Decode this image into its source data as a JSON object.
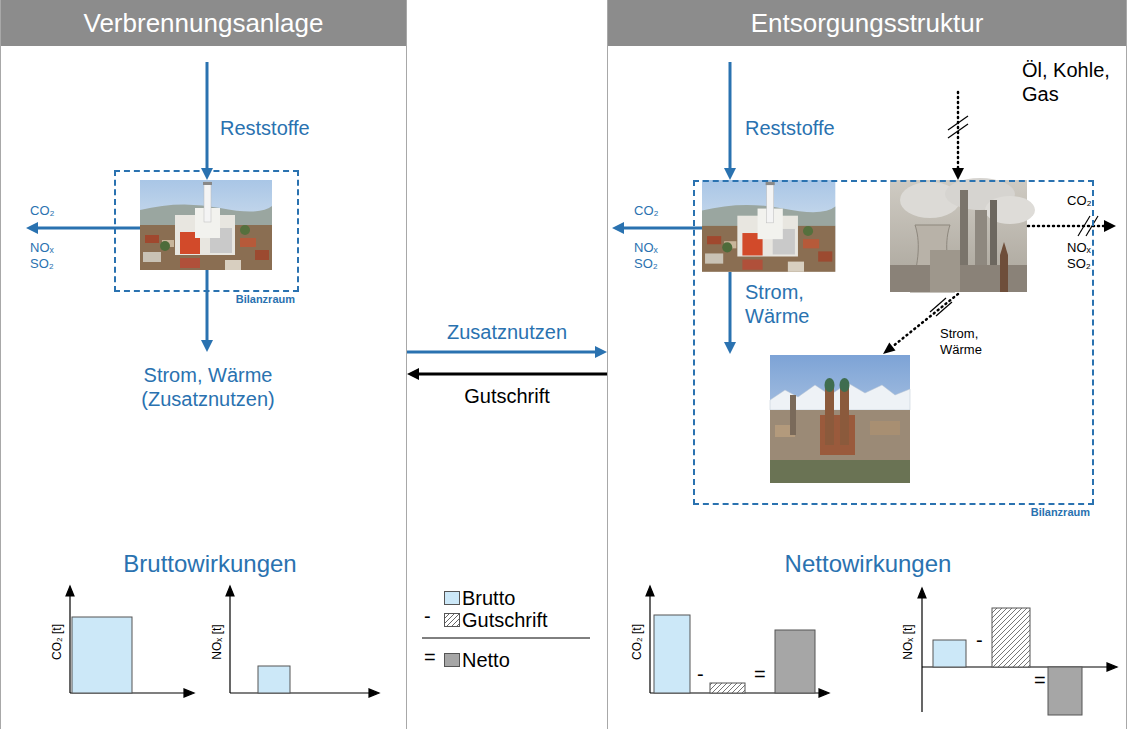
{
  "diagram": {
    "nodes": [
      {
        "text": [
          "Verbrennungsanlage"
        ]
      },
      {
        "text": [
          "Bilanzraum"
        ],
        "in": 0
      },
      {
        "text": [
          "Entsorgungsstruktur"
        ]
      },
      {
        "text": [
          "Bilanzraum"
        ],
        "in": 2
      }
    ],
    "edges": [
      {
        "from": 0,
        "to": 2,
        "arrow": "to",
        "label": "Zusatznutzen"
      },
      {
        "from": 2,
        "to": 0,
        "arrow": "to",
        "label": "Gutschrift"
      }
    ],
    "labels": [
      "Reststoffe",
      "CO₂",
      "NOₓ SO₂",
      "Strom, Wärme (Zusatznutzen)",
      "Bruttowirkungen",
      "CO₂ [t]",
      "NOₓ [t]",
      "-",
      "=",
      "Reststoffe",
      "Öl, Kohle, Gas",
      "CO₂",
      "NOₓ SO₂",
      "CO₂",
      "NOₓ SO₂",
      "Strom, Wärme",
      "Strom, Wärme",
      "Nettowirkungen",
      "CO₂ [t]",
      "-",
      "=",
      "NOₓ [t]",
      "-",
      "="
    ],
    "legend": [
      {
        "text": "Brutto",
        "color": "#cce8f8"
      },
      {
        "text": "Gutschrift"
      },
      {
        "text": "Netto",
        "color": "#a6a6a6"
      }
    ]
  }
}
